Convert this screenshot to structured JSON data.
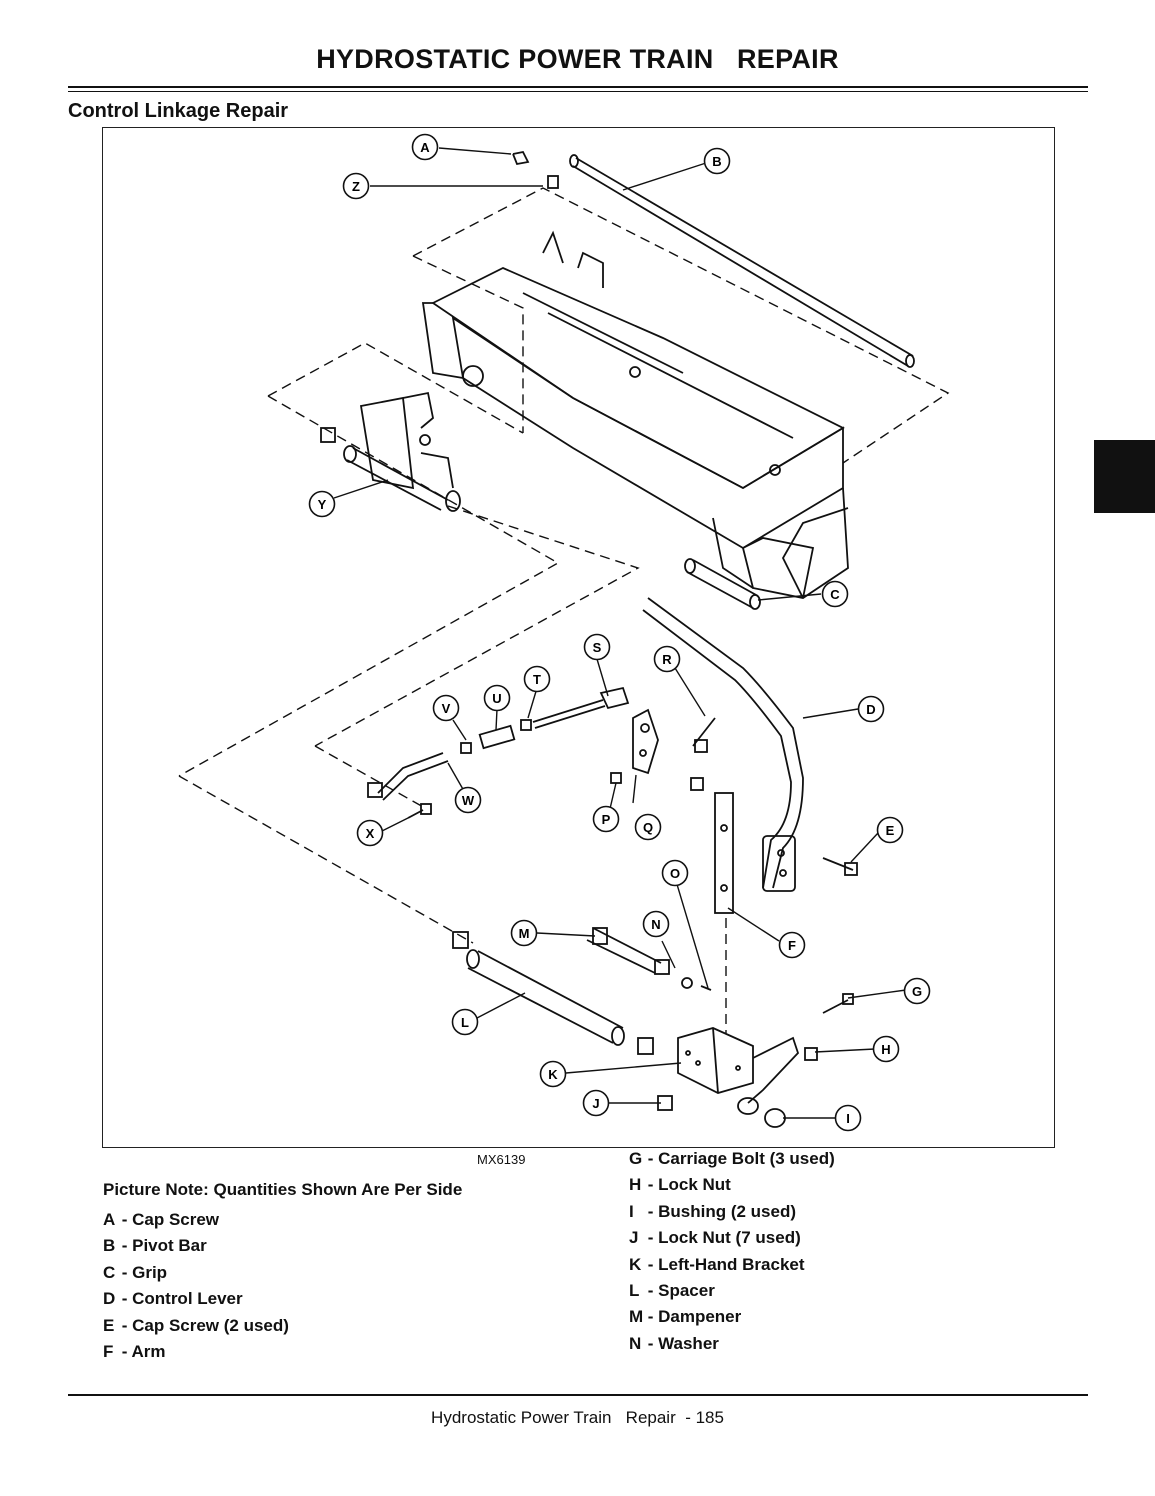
{
  "header": {
    "title": "HYDROSTATIC POWER TRAIN   REPAIR",
    "section": "Control Linkage Repair"
  },
  "figure": {
    "id": "MX6139",
    "callouts": [
      "A",
      "B",
      "C",
      "D",
      "E",
      "F",
      "G",
      "H",
      "I",
      "J",
      "K",
      "L",
      "M",
      "N",
      "O",
      "P",
      "Q",
      "R",
      "S",
      "T",
      "U",
      "V",
      "W",
      "X",
      "Y",
      "Z"
    ]
  },
  "note": "Picture Note: Quantities Shown Are Per Side",
  "legend_left": [
    {
      "key": "A",
      "text": "Cap Screw"
    },
    {
      "key": "B",
      "text": "Pivot Bar"
    },
    {
      "key": "C",
      "text": "Grip"
    },
    {
      "key": "D",
      "text": "Control Lever"
    },
    {
      "key": "E",
      "text": "Cap Screw (2 used)"
    },
    {
      "key": "F",
      "text": "Arm"
    }
  ],
  "legend_right": [
    {
      "key": "G",
      "text": "Carriage Bolt (3 used)"
    },
    {
      "key": "H",
      "text": "Lock Nut"
    },
    {
      "key": "I",
      "text": "Bushing (2 used)"
    },
    {
      "key": "J",
      "text": "Lock Nut (7 used)"
    },
    {
      "key": "K",
      "text": "Left-Hand Bracket"
    },
    {
      "key": "L",
      "text": "Spacer"
    },
    {
      "key": "M",
      "text": "Dampener"
    },
    {
      "key": "N",
      "text": "Washer"
    }
  ],
  "footer": {
    "text": "Hydrostatic Power Train   Repair  - 185"
  }
}
